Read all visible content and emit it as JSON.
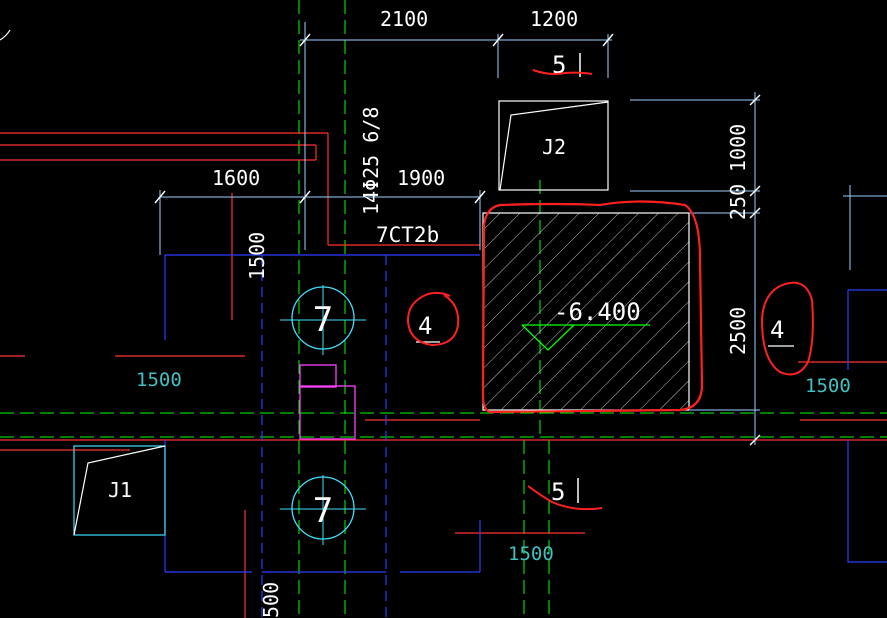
{
  "colors": {
    "background": "#000000",
    "dimension": "#ffffff",
    "axis": "#00ff00",
    "wall_red": "#ff3030",
    "blue": "#2f3cff",
    "cyan": "#40e0ff",
    "magenta": "#ff40ff",
    "markup": "#ff2020",
    "light_blue": "#9ad0ff"
  },
  "dimensions": {
    "d2100": "2100",
    "d1200": "1200",
    "d1600": "1600",
    "d1900": "1900",
    "d1000": "1000",
    "d250": "250",
    "d2500": "2500",
    "d1500_left": "1500",
    "d1500_right": "1500",
    "d1500_bottom": "1500",
    "d1500_vertical": "1500",
    "d500_vertical": "500"
  },
  "labels": {
    "rebar": "14Φ25 6/8",
    "beam": "7CT2b",
    "elevation": "-6.400",
    "pile_1": "7",
    "pile_2": "7",
    "j2": "J2",
    "j1": "J1",
    "section_top": "5",
    "section_bottom": "5",
    "grid_left": "4",
    "grid_right": "4"
  }
}
